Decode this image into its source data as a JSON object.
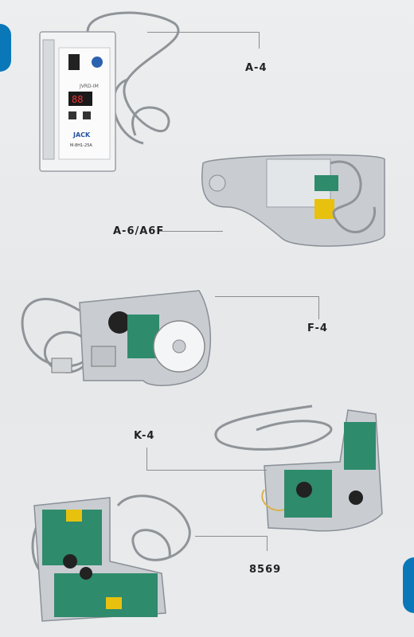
{
  "products": [
    {
      "id": "a4",
      "label": "A-4"
    },
    {
      "id": "a6",
      "label": "A-6/A6F"
    },
    {
      "id": "f4",
      "label": "F-4"
    },
    {
      "id": "k4",
      "label": "K-4"
    },
    {
      "id": "p8569",
      "label": "8569"
    }
  ],
  "a4_unit": {
    "brand": "JACK",
    "panel_text": "JVRD-IM",
    "display": "88",
    "model": "M-8H1-25A"
  },
  "colors": {
    "accent": "#0a78b8",
    "pcb": "#2e8b6c",
    "cable": "#8f9499"
  }
}
